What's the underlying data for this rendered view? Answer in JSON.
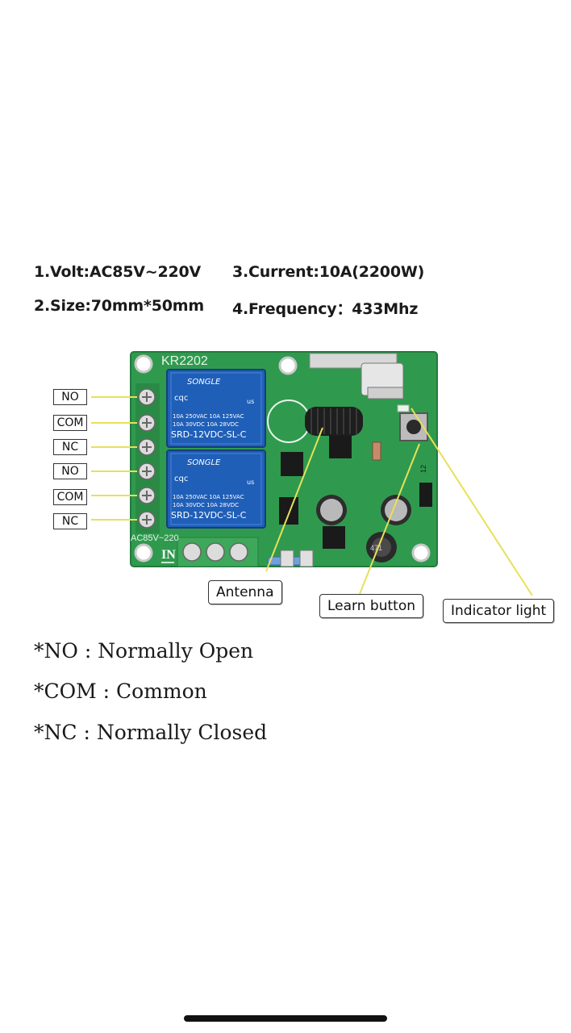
{
  "specs": {
    "volt": "1.Volt:AC85V~220V",
    "current": "3.Current:10A(2200W)",
    "size": "2.Size:70mm*50mm",
    "frequency": "4.Frequency：433Mhz"
  },
  "board": {
    "model": "KR2202",
    "input_label": "IN",
    "voltage_label": "AC85V~220",
    "relay_brand": "SONGLE",
    "relay_rating_1": "10A 250VAC  10A 125VAC",
    "relay_rating_2": "10A 30VDC  10A 28VDC",
    "relay_model": "SRD-12VDC-SL-C",
    "relay_cert": "us",
    "relay_logo": "cqc",
    "inductor_label": "471",
    "pin_label": "12"
  },
  "terminals": [
    "NO",
    "COM",
    "NC",
    "NO",
    "COM",
    "NC"
  ],
  "callouts": {
    "antenna": "Antenna",
    "learn_button": "Learn button",
    "indicator_light": "Indicator light"
  },
  "legend": [
    "*NO : Normally Open",
    "*COM : Common",
    "*NC : Normally Closed"
  ],
  "colors": {
    "pcb": "#2f9a4e",
    "relay": "#1f5fb8",
    "leader": "#e8e05a"
  }
}
